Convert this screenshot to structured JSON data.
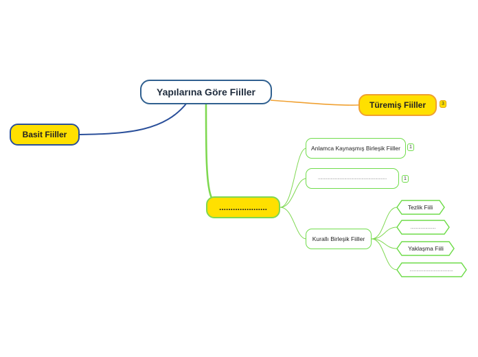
{
  "root": {
    "label": "Yapılarına Göre Fiiller"
  },
  "branches": {
    "basit": {
      "label": "Basit Fiiller"
    },
    "turemis": {
      "label": "Türemiş Fiiller",
      "badge": "3"
    },
    "birlesik": {
      "label": "....................."
    }
  },
  "sub": {
    "anlamca": {
      "label": "Anlamca Kaynaşmış Birleşik Fiiller",
      "badge": "1"
    },
    "blank": {
      "label": "............................................................",
      "badge": "1"
    },
    "kurali": {
      "label": "Kurallı Birleşik Fiiller"
    }
  },
  "leaves": [
    {
      "label": "Tezlik Fiili"
    },
    {
      "label": "......................"
    },
    {
      "label": "Yaklaşma Fiili"
    },
    {
      "label": "......................................"
    }
  ],
  "colors": {
    "root_border": "#2f5f8f",
    "basit_link": "#2a4f9a",
    "turemis_link": "#f0a030",
    "green": "#7ed850",
    "yellow_fill": "#ffe000"
  }
}
